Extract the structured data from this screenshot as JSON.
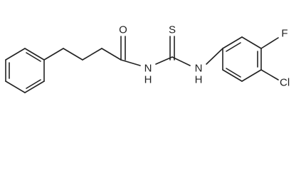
{
  "molecule": {
    "atoms": {
      "oxygen": "O",
      "sulfur": "S",
      "fluorine": "F",
      "chlorine": "Cl",
      "amide_nh": "N",
      "amide_h": "H",
      "thio_nh": "N",
      "thio_h": "H"
    }
  }
}
